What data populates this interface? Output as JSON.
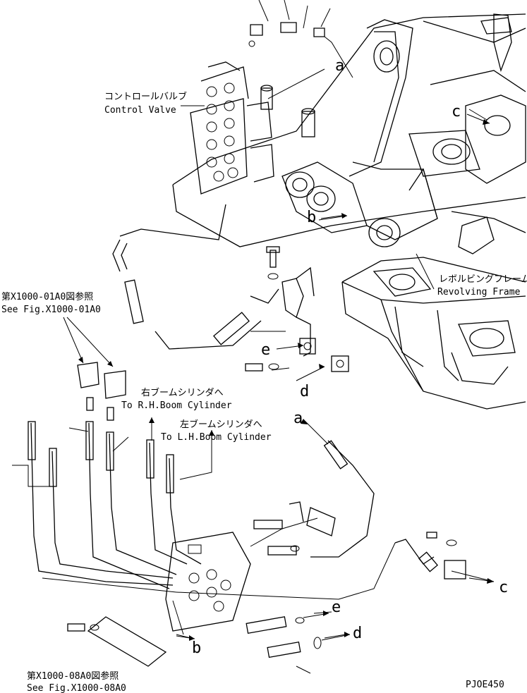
{
  "labels": {
    "control_valve_jp": "コントロールバルブ",
    "control_valve_en": "Control Valve",
    "revolving_frame_jp": "レボルビングフレーム",
    "revolving_frame_en": "Revolving Frame",
    "see_fig_a_jp": "第X1000-01A0図参照",
    "see_fig_a_en": "See Fig.X1000-01A0",
    "rh_boom_jp": "右ブームシリンダへ",
    "rh_boom_en": "To R.H.Boom Cylinder",
    "lh_boom_jp": "左ブームシリンダへ",
    "lh_boom_en": "To L.H.Boom Cylinder",
    "see_fig_b_jp": "第X1000-08A0図参照",
    "see_fig_b_en": "See Fig.X1000-08A0",
    "drawing_code": "PJOE450"
  },
  "callouts": {
    "a_top": "a",
    "a_mid": "a",
    "b_top": "b",
    "b_bottom": "b",
    "c_top": "c",
    "c_right": "c",
    "d_mid": "d",
    "d_bottom": "d",
    "e_mid": "e",
    "e_bottom": "e"
  }
}
